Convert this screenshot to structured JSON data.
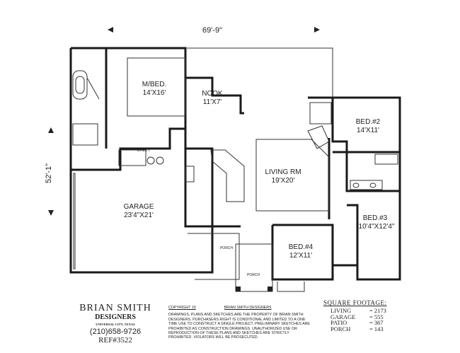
{
  "dimensions": {
    "width": "69'-9\"",
    "depth": "52'-1\""
  },
  "rooms": {
    "master": {
      "name": "M/BED.",
      "size": "14'X16'"
    },
    "nook": {
      "name": "NOOK",
      "size": "11'X7'"
    },
    "living": {
      "name": "LIVING RM",
      "size": "19'X20'"
    },
    "bed2": {
      "name": "BED.#2",
      "size": "14'X11'"
    },
    "bed3": {
      "name": "BED.#3",
      "size": "10'4\"X12'4\""
    },
    "bed4": {
      "name": "BED.#4",
      "size": "12'X11'"
    },
    "garage": {
      "name": "GARAGE",
      "size": "23'4\"X21'"
    },
    "utility": "UTILITY",
    "porch1": "PORCH",
    "porch2": "PORCH"
  },
  "designer": {
    "name": "BRIAN SMITH",
    "sub": "DESIGNERS",
    "city": "UNIVERSAL CITY, TEXAS",
    "phone": "(210)658-9726",
    "ref": "REF#3522"
  },
  "legal": {
    "copyright": "COPYRIGHT 19",
    "owner": "BRIAN SMITH DESIGNERS",
    "text": "DRAWINGS, PLANS AND SKETCHES ARE THE PROPERTY OF BRIAN SMITH DESIGNERS. PURCHASERS RIGHT IS CONDITIONAL AND LIMITED TO A ONE TIME USE TO CONSTRUCT A SINGLE PROJECT. PRELIMINARY SKETCHES ARE PROHIBITED AS CONSTRUCTION DRAWINGS. UNAUTHORIZED USE OR REPRODUCTION OF THESE PLANS AND SKETCHES ARE STRICTLY PROHIBITED. VIOLATORS WILL BE PROSECUTED."
  },
  "square_footage": {
    "title": "SQUARE FOOTAGE:",
    "rows": [
      {
        "label": "LIVING",
        "value": "= 2173"
      },
      {
        "label": "GARAGE",
        "value": "= 555"
      },
      {
        "label": "PATIO",
        "value": "= 367"
      },
      {
        "label": "PORCH",
        "value": "= 143"
      }
    ]
  }
}
